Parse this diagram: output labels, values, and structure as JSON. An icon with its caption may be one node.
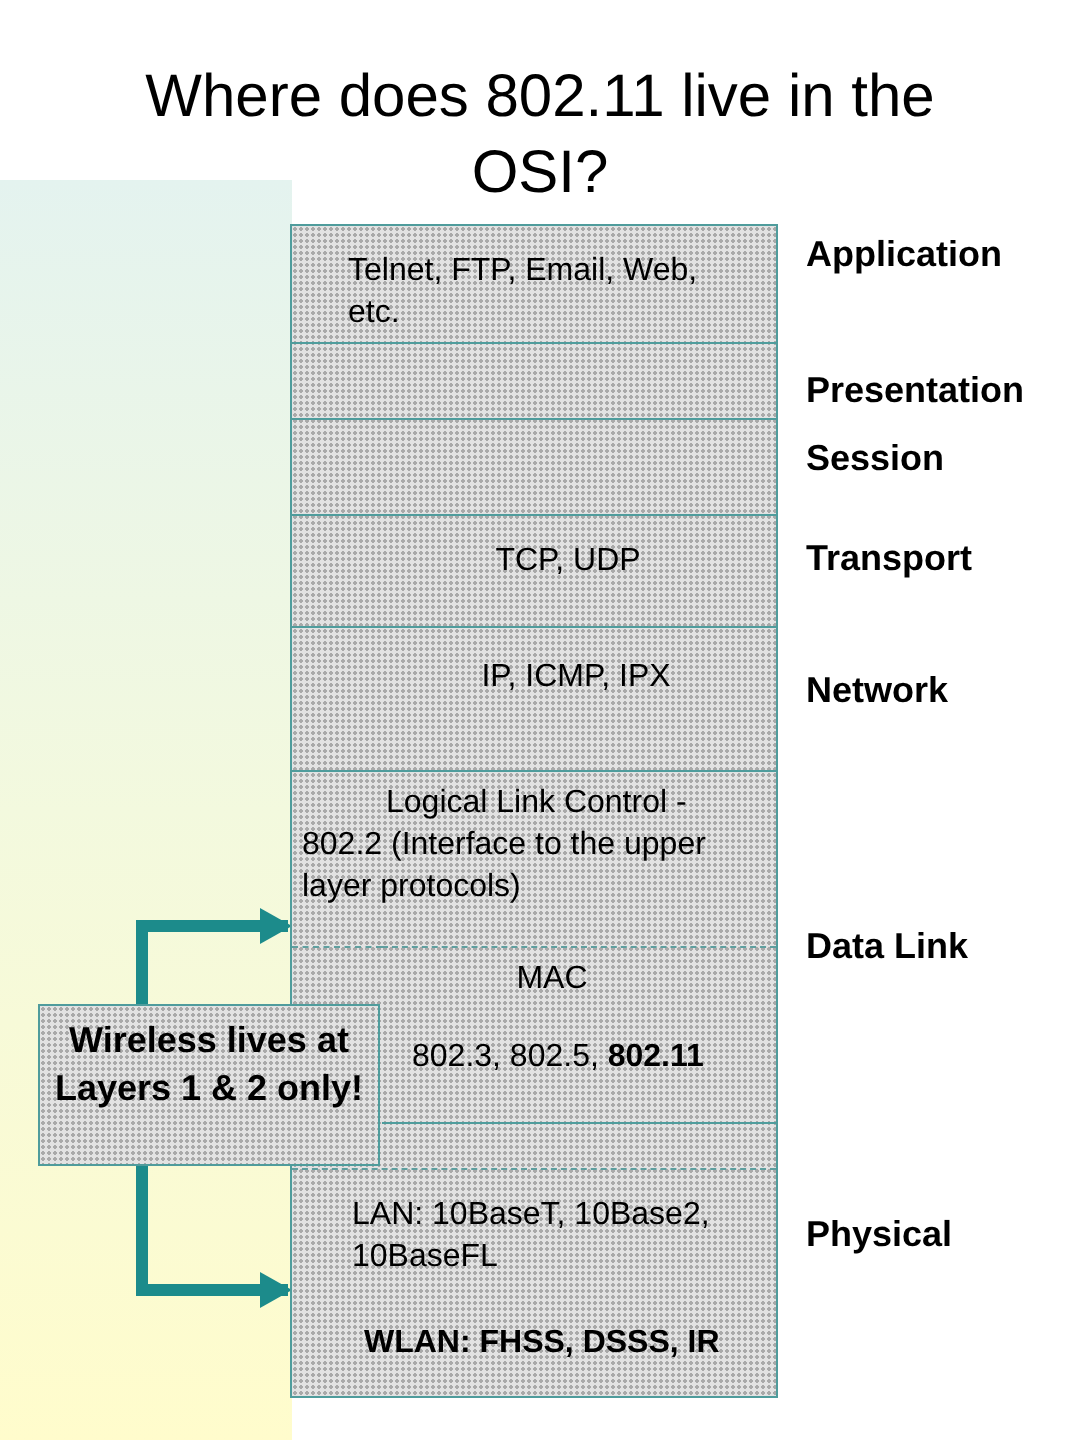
{
  "diagram": {
    "title": "Where does 802.11 live in the OSI?",
    "nodes": [
      {
        "text": [],
        "shape": "box"
      },
      {
        "text": [
          "Telnet, FTP, Email, Web, etc."
        ],
        "in": 0
      },
      {
        "text": [],
        "shape": "box",
        "in": 0
      },
      {
        "text": [],
        "shape": "box",
        "in": 0
      },
      {
        "text": [
          "TCP, UDP"
        ],
        "in": 0
      },
      {
        "text": [
          "IP, ICMP, IPX"
        ],
        "in": 0
      },
      {
        "text": [
          "Logical Link Control - 802.2 (Interface to the upper layer protocols)"
        ],
        "in": 0
      },
      {
        "text": [
          "MAC",
          "802.3, 802.5, **802.11**"
        ],
        "in": 0
      },
      {
        "text": [],
        "shape": "box",
        "in": 0
      },
      {
        "text": [
          "LAN: 10BaseT, 10Base2, 10BaseFL",
          "WLAN: FHSS, DSSS, IR"
        ],
        "in": 0
      },
      {
        "text": [
          "Wireless lives at Layers 1 & 2 only!"
        ]
      }
    ],
    "edges": [
      {
        "from": 10,
        "to": 6,
        "arrow": "to"
      },
      {
        "from": 10,
        "to": 9,
        "arrow": "to"
      }
    ],
    "labels": [
      "Application",
      "Presentation",
      "Session",
      "Transport",
      "Network",
      "Data Link",
      "Physical"
    ]
  }
}
